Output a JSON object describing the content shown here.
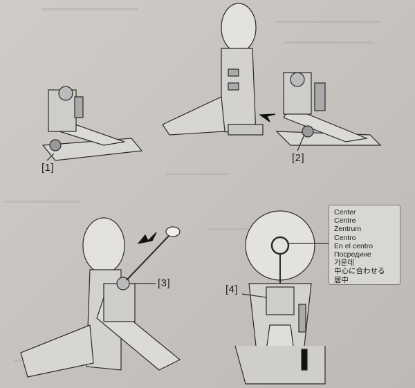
{
  "step_labels": [
    "[1]",
    "[2]",
    "[3]",
    "[4]"
  ],
  "center_callout": [
    "Center",
    "Centre",
    "Zentrum",
    "Centro",
    "En el centro",
    "Посредине",
    "가운데",
    "中心に合わせる",
    "居中"
  ],
  "colors": {
    "paper": "#c9c6c1",
    "line": "#2a2a2a",
    "pad": "#e4e2de"
  }
}
